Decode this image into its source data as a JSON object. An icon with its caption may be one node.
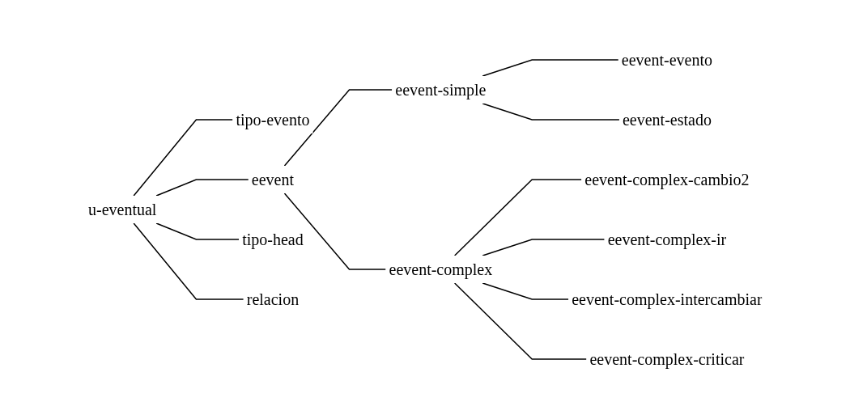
{
  "diagram": {
    "nodes": [
      {
        "text": [
          "u-eventual"
        ]
      },
      {
        "text": [
          "tipo-evento"
        ]
      },
      {
        "text": [
          "eevent"
        ]
      },
      {
        "text": [
          "eevent-simple"
        ]
      },
      {
        "text": [
          "eevent-evento"
        ]
      },
      {
        "text": [
          "eevent-estado"
        ]
      },
      {
        "text": [
          "eevent-complex"
        ]
      },
      {
        "text": [
          "eevent-complex-cambio2"
        ]
      },
      {
        "text": [
          "eevent-complex-ir"
        ]
      },
      {
        "text": [
          "eevent-complex-intercambiar"
        ]
      },
      {
        "text": [
          "eevent-complex-criticar"
        ]
      },
      {
        "text": [
          "tipo-head"
        ]
      },
      {
        "text": [
          "relacion"
        ]
      }
    ],
    "edges": [
      {
        "from": 0,
        "to": 1,
        "arrow": "none"
      },
      {
        "from": 0,
        "to": 2,
        "arrow": "none"
      },
      {
        "from": 2,
        "to": 3,
        "arrow": "none"
      },
      {
        "from": 3,
        "to": 4,
        "arrow": "none"
      },
      {
        "from": 3,
        "to": 5,
        "arrow": "none"
      },
      {
        "from": 2,
        "to": 6,
        "arrow": "none"
      },
      {
        "from": 6,
        "to": 7,
        "arrow": "none"
      },
      {
        "from": 6,
        "to": 8,
        "arrow": "none"
      },
      {
        "from": 6,
        "to": 9,
        "arrow": "none"
      },
      {
        "from": 6,
        "to": 10,
        "arrow": "none"
      },
      {
        "from": 0,
        "to": 11,
        "arrow": "none"
      },
      {
        "from": 0,
        "to": 12,
        "arrow": "none"
      }
    ]
  }
}
